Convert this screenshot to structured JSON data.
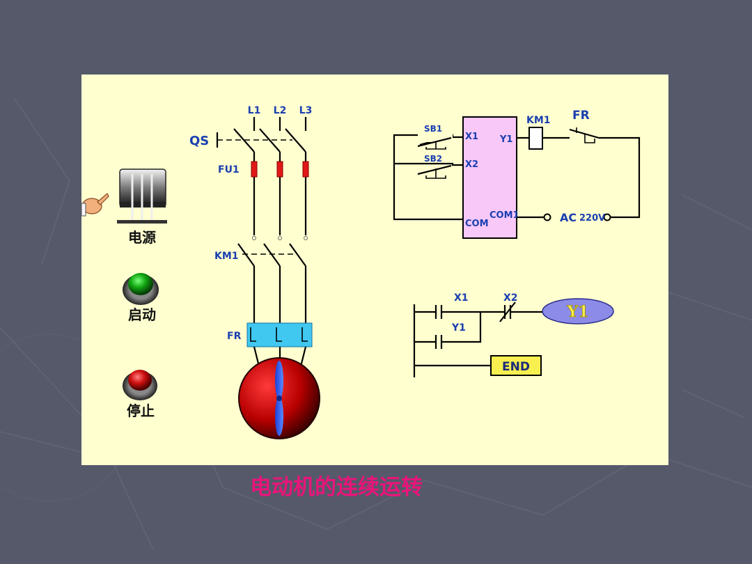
{
  "slide_title": "电动机的连续运转",
  "controls": {
    "power_label": "电源",
    "start_label": "启动",
    "stop_label": "停止"
  },
  "main_circuit": {
    "phases": [
      "L1",
      "L2",
      "L3"
    ],
    "switch_label": "QS",
    "fuse_label": "FU1",
    "contactor_label": "KM1",
    "relay_label": "FR"
  },
  "plc_wiring": {
    "button1": "SB1",
    "button2": "SB2",
    "input1": "X1",
    "input2": "X2",
    "common": "COM",
    "output": "Y1",
    "output_common": "COM1",
    "coil_label": "KM1",
    "relay_label": "FR",
    "supply_label": "AC",
    "supply_voltage": "220V"
  },
  "ladder": {
    "contact1": "X1",
    "contact2": "X2",
    "hold_contact": "Y1",
    "coil": "Y1",
    "end_label": "END"
  },
  "colors": {
    "background": "#55596a",
    "panel": "#ffffd0",
    "wire_label": "#1a3fb0",
    "fuse": "#e01818",
    "plc_box": "#f8c8f8",
    "thermal_relay": "#40c8f0",
    "coil_oval": "#8c8ce8",
    "end_box": "#f8f050",
    "caption": "#e8157a"
  }
}
